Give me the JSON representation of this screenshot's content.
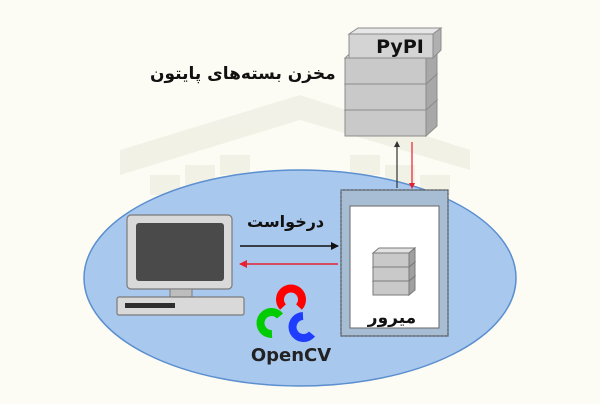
{
  "pypi": {
    "title": "PyPI",
    "subtitle": "مخزن بسته‌های پایتون"
  },
  "request": {
    "label": "درخواست"
  },
  "mirror": {
    "label": "میرور"
  },
  "opencv": {
    "label": "OpenCV"
  },
  "colors": {
    "background": "#fdfcf4",
    "ellipse_fill": "#a9c8ed",
    "ellipse_stroke": "#5b8fcf",
    "server_face": "#c9c9c9",
    "server_side": "#9a9a9a",
    "mirror_frame": "#9ab3cc",
    "request_arrow": "#111111",
    "response_arrow": "#e8212e",
    "opencv_red": "#ff0000",
    "opencv_green": "#00cc00",
    "opencv_blue": "#1f3dff"
  },
  "icons": [
    "server-stack-icon",
    "computer-icon",
    "opencv-logo-icon",
    "watermark-icon"
  ]
}
